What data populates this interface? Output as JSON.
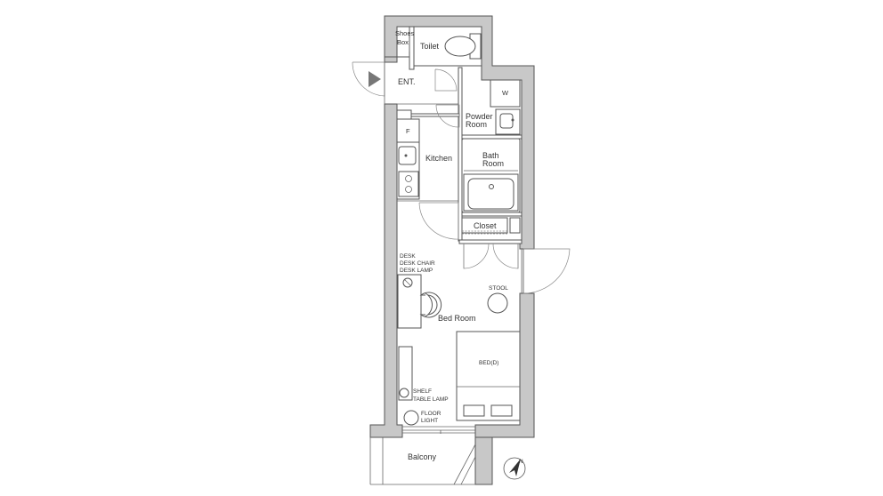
{
  "rooms": {
    "shoes_box": [
      "Shoes",
      "Box"
    ],
    "toilet": "Toilet",
    "entrance": "ENT.",
    "washer": "W",
    "powder_room": [
      "Powder",
      "Room"
    ],
    "fridge": "F",
    "kitchen": "Kitchen",
    "bath_room": [
      "Bath",
      "Room"
    ],
    "closet": "Closet",
    "desk_set": [
      "DESK",
      "DESK CHAIR",
      "DESK LAMP"
    ],
    "stool": "STOOL",
    "bed_room": "Bed Room",
    "bed": "BED(D)",
    "shelf": [
      "SHELF",
      "TABLE LAMP"
    ],
    "floor_light": [
      "FLOOR",
      "LIGHT"
    ],
    "balcony": "Balcony"
  },
  "compass": {
    "north_label": "N"
  },
  "colors": {
    "wall": "#c8c8c8",
    "line": "#555555"
  }
}
